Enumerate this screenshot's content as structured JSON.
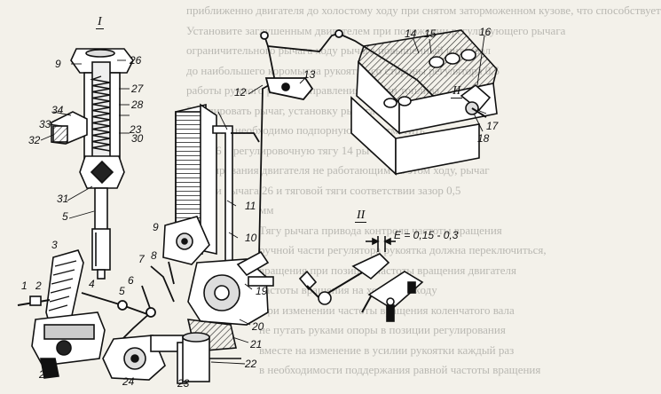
{
  "background_text": [
    "приближенно двигателя до холостому ходу при снятом заторможенном кузове, что способствует",
    "Установите заглушенным двигателем при положении регулирующего рычага",
    "ограничительного рычага ходу рычага повышенный интервал",
    "до наибольшего коромысла рукоятки со стороны регулятора 0,5",
    "работы ручного рычага управления подачи топлива",
    "Регулировать рычаг, установку рычага",
    "При этом необходимо подпорную тягу, отметить",
    "тягу 16 и регулировочную тягу 14 рычагом подачи",
    "регулирования двигателя не работающим на этом ходу, рычаг",
    "рычаги рычага 26 и тяговой тяги соответствии зазор 0,5",
    "мм",
    "Тягу рычага привода контроля частоты вращения",
    "ручной части регулятора рукоятка должна переключиться,",
    "вращения при позиции частоты вращения двигателя",
    "частоты вращения на холостом ходу",
    "При изменении частоты вращения коленчатого вала",
    "не путать руками опоры в позиции регулирования",
    "вместе на изменение в усилии рукоятки каждый раз",
    "в необходимости поддержания равной частоты вращения"
  ],
  "view_labels": {
    "view_one": "I",
    "view_two": "II",
    "view_two_detail": "II"
  },
  "callouts": {
    "c1": "1",
    "c2": "2",
    "c3": "3",
    "c4": "4",
    "c5a": "5",
    "c5b": "5",
    "c6": "6",
    "c7": "7",
    "c8": "8",
    "c9a": "9",
    "c9b": "9",
    "c10": "10",
    "c11": "11",
    "c12": "12",
    "c13": "13",
    "c14": "14",
    "c15": "15",
    "c16": "16",
    "c17": "17",
    "c18": "18",
    "c19": "19",
    "c20": "20",
    "c21": "21",
    "c22": "22",
    "c23a": "23",
    "c23b": "23",
    "c24": "24",
    "c25": "25",
    "c26": "26",
    "c27": "27",
    "c28": "28",
    "c30": "30",
    "c31": "31",
    "c32": "32",
    "c33": "33",
    "c34": "34"
  },
  "clearance_note": "E = 0,15 - 0,3"
}
